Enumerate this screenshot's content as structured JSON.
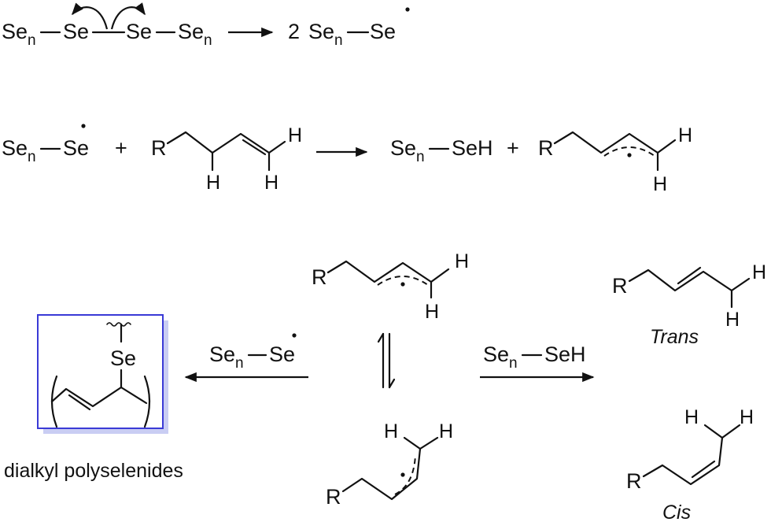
{
  "species": {
    "sen": "Se",
    "sub_n": "n",
    "se": "Se",
    "seh": "SeH",
    "coef_2": "2",
    "plus": "+",
    "r": "R",
    "h": "H"
  },
  "labels": {
    "trans": "Trans",
    "cis": "Cis",
    "product_box": "dialkyl polyselenides"
  },
  "colors": {
    "box_border": "#3a3ad6",
    "box_shadow": "#c9cdf3"
  }
}
